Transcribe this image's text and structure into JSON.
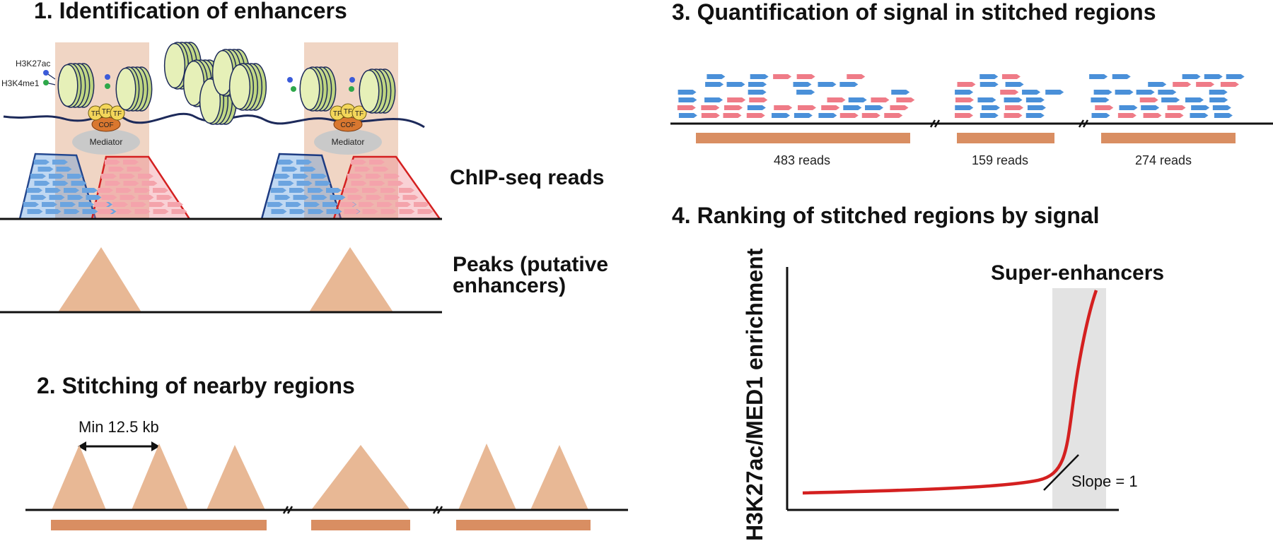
{
  "panel1": {
    "title": "1. Identification of enhancers",
    "marks": [
      "H3K27ac",
      "H3K4me1"
    ],
    "tf": "TF",
    "cof": "COF",
    "mediator": "Mediator",
    "chip_label": "ChIP-seq reads",
    "peaks_label_line1": "Peaks (putative",
    "peaks_label_line2": "enhancers)"
  },
  "panel2": {
    "title": "2. Stitching of nearby regions",
    "min_label": "Min 12.5 kb"
  },
  "panel3": {
    "title": "3. Quantification of signal in stitched regions",
    "read_counts": [
      "483 reads",
      "159 reads",
      "274 reads"
    ]
  },
  "panel4": {
    "title": "4. Ranking of stitched regions by signal",
    "ylabel": "H3K27ac/MED1 enrichment",
    "super_label": "Super-enhancers",
    "slope_label": "Slope = 1"
  },
  "colors": {
    "blue": "#4a90d9",
    "red": "#ef7b87",
    "peak": "#e8b895",
    "bar": "#d98e62",
    "curve": "#d42020",
    "nucleosome": "#d4e6a0",
    "box": "#f0d5c4",
    "shade": "#e3e3e3"
  }
}
